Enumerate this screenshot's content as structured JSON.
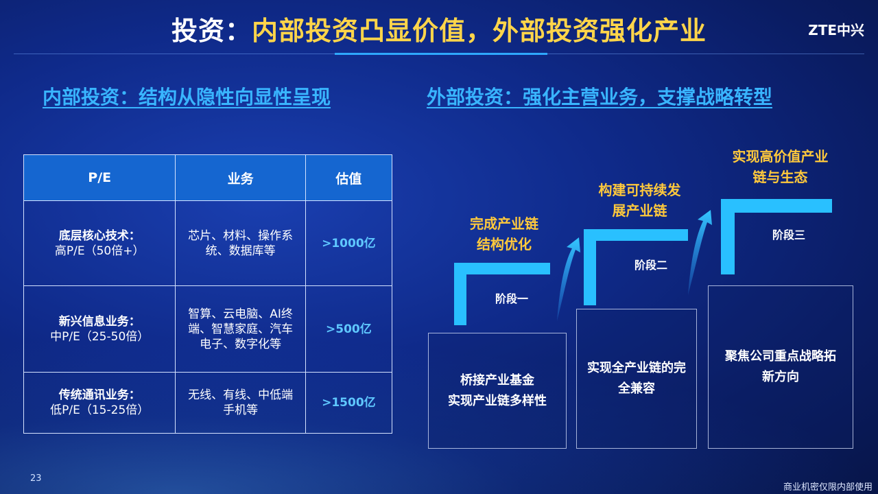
{
  "slide": {
    "title_prefix": "投资：",
    "title_main": "内部投资凸显价值，外部投资强化产业",
    "logo": "ZTE中兴",
    "page_number": "23",
    "footer_note": "商业机密仅限内部使用"
  },
  "left": {
    "heading": "内部投资：结构从隐性向显性呈现",
    "table": {
      "headers": [
        "P/E",
        "业务",
        "估值"
      ],
      "rows": [
        {
          "name": "底层核心技术：",
          "pe": "高P/E（50倍+）",
          "business": "芯片、材料、操作系统、数据库等",
          "value": ">1000亿"
        },
        {
          "name": "新兴信息业务：",
          "pe": "中P/E（25-50倍）",
          "business": "智算、云电脑、AI终端、智慧家庭、汽车电子、数字化等",
          "value": ">500亿"
        },
        {
          "name": "传统通讯业务：",
          "pe": "低P/E（15-25倍）",
          "business": "无线、有线、中低端手机等",
          "value": ">1500亿"
        }
      ]
    }
  },
  "right": {
    "heading": "外部投资：强化主营业务，支撑战略转型",
    "stages": [
      {
        "label": "阶段一",
        "goal_line1": "完成产业链",
        "goal_line2": "结构优化",
        "desc_line1": "桥接产业基金",
        "desc_line2": "实现产业链多样性"
      },
      {
        "label": "阶段二",
        "goal_line1": "构建可持续发",
        "goal_line2": "展产业链",
        "desc_line1": "实现全产业链的完",
        "desc_line2": "全兼容"
      },
      {
        "label": "阶段三",
        "goal_line1": "实现高价值产业",
        "goal_line2": "链与生态",
        "desc_line1": "聚焦公司重点战略拓",
        "desc_line2": "新方向"
      }
    ],
    "colors": {
      "stair": "#29c0ff",
      "goal": "#ffc93c"
    }
  }
}
